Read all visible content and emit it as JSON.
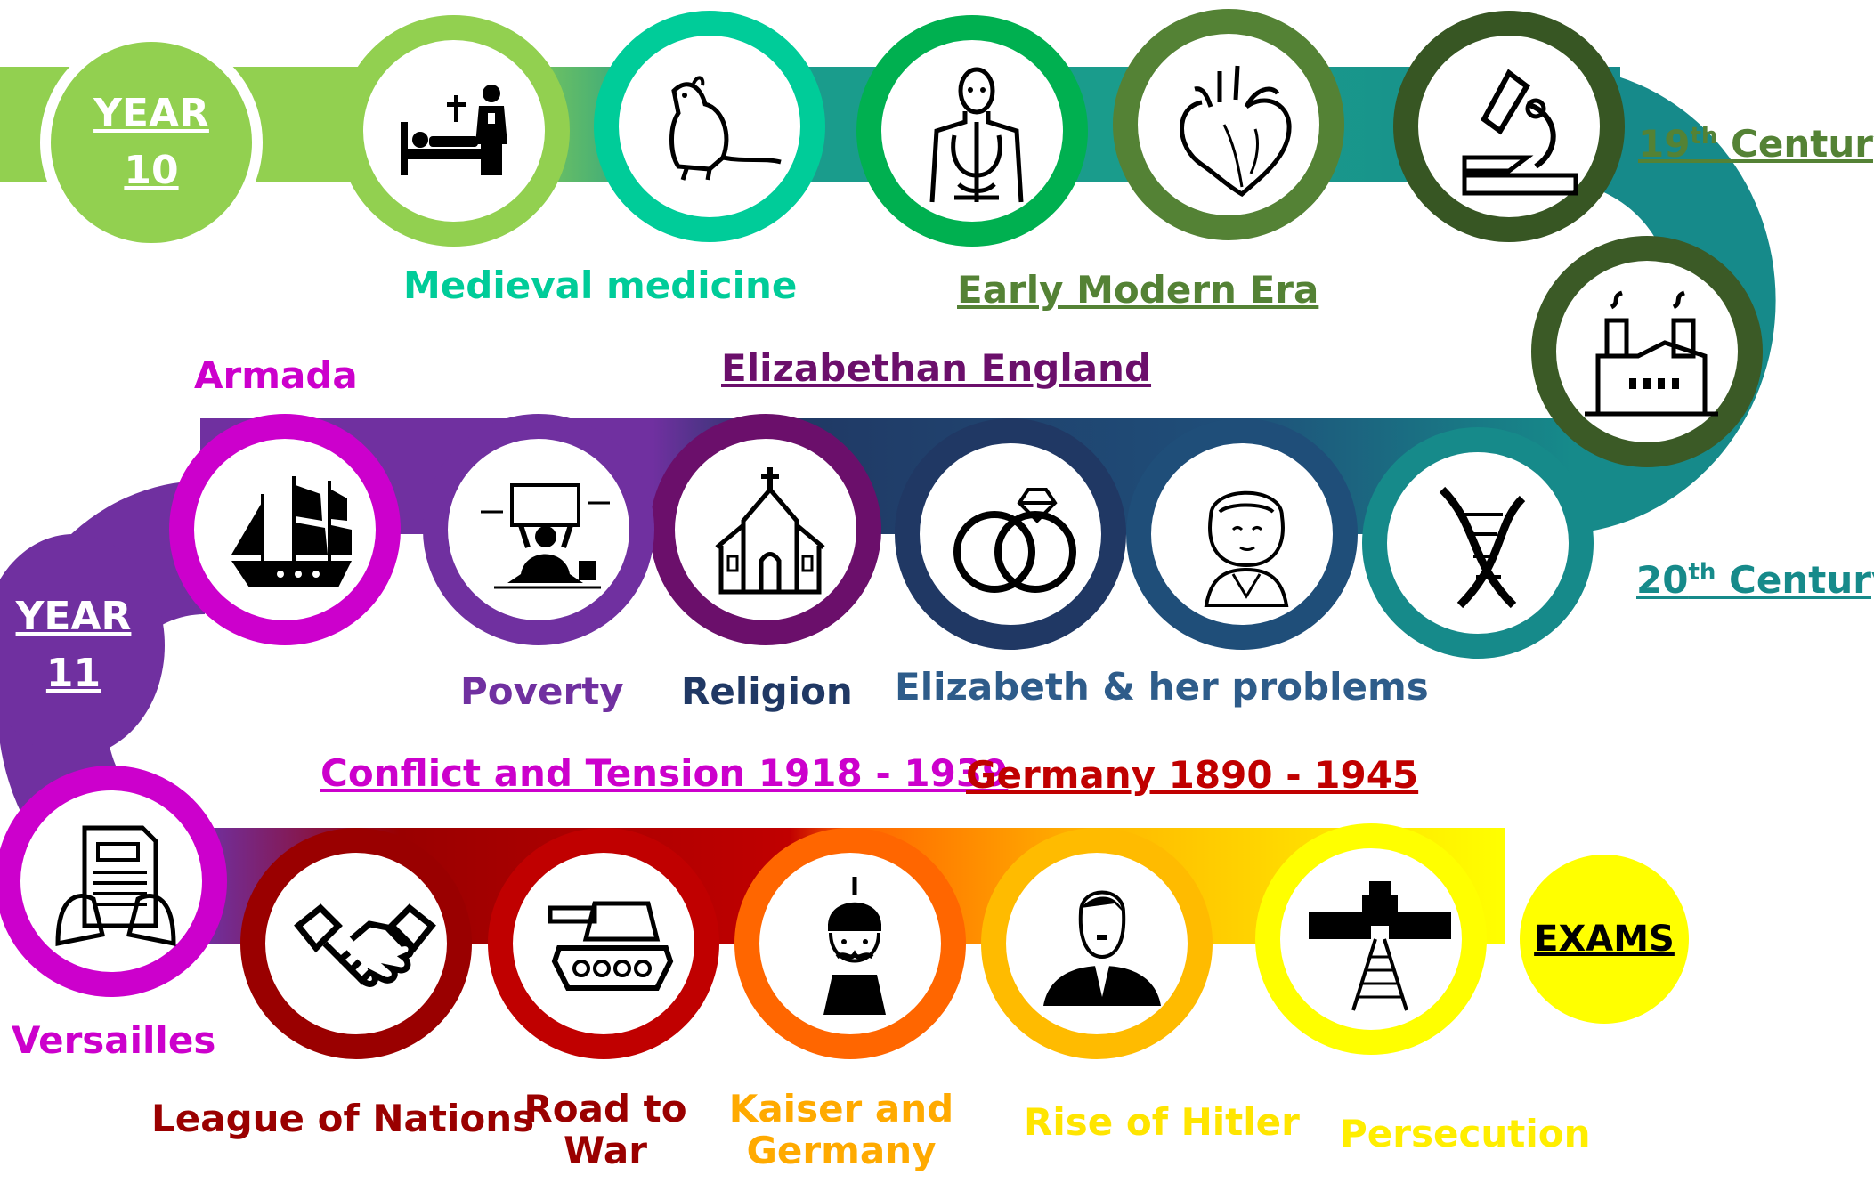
{
  "colors": {
    "year10": "#92d050",
    "year11": "#7030a0",
    "exams": "#ffff00",
    "nineteenth": "#548235",
    "twentieth": "#168a8a",
    "elizabethan": "#6b0f6b",
    "conflict": "#cc00cc",
    "germany": "#c00000"
  },
  "year10": {
    "line1": "YEAR",
    "line2": "10"
  },
  "year11": {
    "line1": "YEAR",
    "line2": "11"
  },
  "exams_label": "EXAMS",
  "sections": {
    "nineteenth_base": "19",
    "nineteenth_sup": "th",
    "nineteenth_rest": " Century",
    "twentieth_base": "20",
    "twentieth_sup": "th",
    "twentieth_rest": " Century",
    "early_modern": "Early Modern Era",
    "elizabethan": "Elizabethan England",
    "conflict": "Conflict and Tension 1918 - 1939",
    "germany": "Germany 1890 - 1945"
  },
  "topics": {
    "medieval": "Medieval medicine",
    "armada": "Armada",
    "poverty": "Poverty",
    "religion": "Religion",
    "elizabeth_problems": "Elizabeth & her problems",
    "versailles": "f Versailles",
    "league": "League of Nations",
    "road_line1": "Road to",
    "road_line2": "War",
    "kaiser_line1": "Kaiser and",
    "kaiser_line2": "Germany",
    "hitler": "Rise of Hitler",
    "persecution": "Persecution"
  },
  "nodes": [
    {
      "name": "hospital-bed-icon",
      "ring": "#92d050"
    },
    {
      "name": "rat-icon",
      "ring": "#00cc99"
    },
    {
      "name": "anatomy-icon",
      "ring": "#00b050"
    },
    {
      "name": "heart-icon",
      "ring": "#548235"
    },
    {
      "name": "microscope-icon",
      "ring": "#375623"
    },
    {
      "name": "factory-icon",
      "ring": "#3b5a26"
    },
    {
      "name": "dna-icon",
      "ring": "#168a8a"
    },
    {
      "name": "queen-icon",
      "ring": "#1f4e79"
    },
    {
      "name": "rings-icon",
      "ring": "#203864"
    },
    {
      "name": "church-icon",
      "ring": "#6b0f6b"
    },
    {
      "name": "beggar-icon",
      "ring": "#7030a0"
    },
    {
      "name": "ship-icon",
      "ring": "#cc00cc"
    },
    {
      "name": "treaty-document-icon",
      "ring": "#cc00cc"
    },
    {
      "name": "handshake-icon",
      "ring": "#9a0000"
    },
    {
      "name": "tank-icon",
      "ring": "#c00000"
    },
    {
      "name": "kaiser-icon",
      "ring": "#ff6600"
    },
    {
      "name": "hitler-icon",
      "ring": "#ffbb00"
    },
    {
      "name": "auschwitz-gate-icon",
      "ring": "#ffff00"
    }
  ]
}
